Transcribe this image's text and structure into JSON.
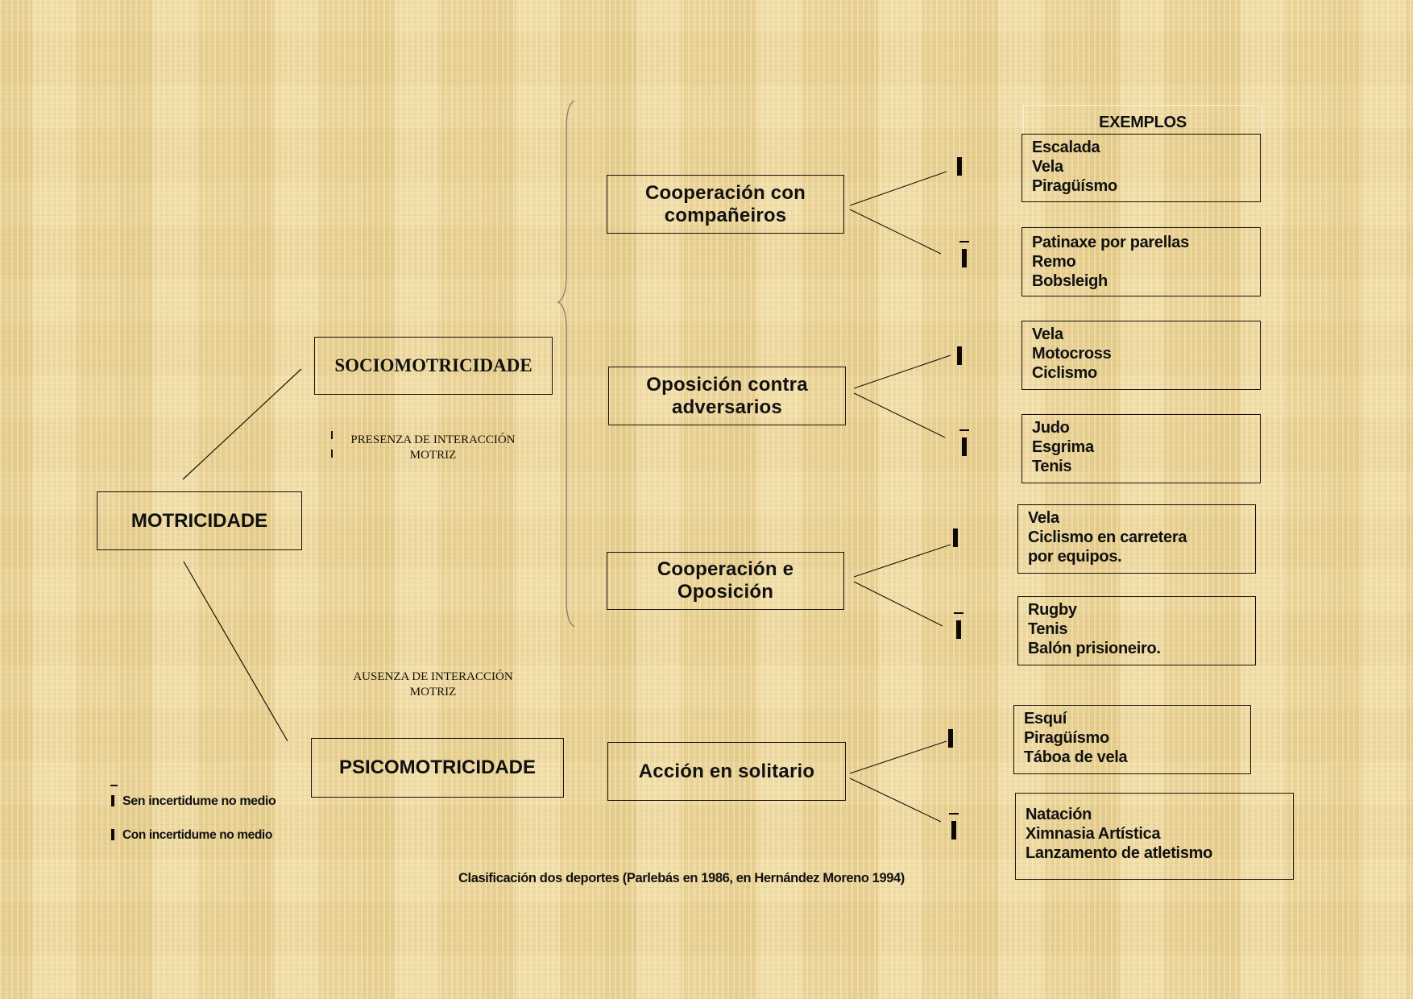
{
  "root": {
    "label": "MOTRICIDADE"
  },
  "branches": {
    "socio": {
      "label": "SOCIOMOTRICIDADE",
      "note_line1": "PRESENZA DE INTERACCIÓN",
      "note_line2": "MOTRIZ"
    },
    "psico": {
      "label": "PSICOMOTRICIDADE",
      "note_line1": "AUSENZA  DE INTERACCIÓN",
      "note_line2": "MOTRIZ"
    }
  },
  "categories": [
    {
      "line1": "Cooperación con",
      "line2": "compañeiros"
    },
    {
      "line1": "Oposición contra",
      "line2": "adversarios"
    },
    {
      "line1": "Cooperación e",
      "line2": "Oposición"
    },
    {
      "line1": "Acción en solitario",
      "line2": ""
    }
  ],
  "examples": {
    "header": "EXEMPLOS",
    "groups": [
      {
        "symbol": "I",
        "items": [
          "Escalada",
          "Vela",
          "Piragüísmo"
        ]
      },
      {
        "symbol": "Ī",
        "items": [
          "Patinaxe por parellas",
          "Remo",
          "Bobsleigh"
        ]
      },
      {
        "symbol": "I",
        "items": [
          "Vela",
          "Motocross",
          "Ciclismo"
        ]
      },
      {
        "symbol": "Ī",
        "items": [
          "Judo",
          "Esgrima",
          "Tenis"
        ]
      },
      {
        "symbol": "I",
        "items": [
          "Vela",
          "Ciclismo en carretera",
          "por equipos."
        ]
      },
      {
        "symbol": "Ī",
        "items": [
          "Rugby",
          "Tenis",
          "Balón prisioneiro."
        ]
      },
      {
        "symbol": "I",
        "items": [
          "Esquí",
          "Piragüísmo",
          "Táboa de vela"
        ]
      },
      {
        "symbol": "Ī",
        "items": [
          "Natación",
          "Ximnasia Artística",
          "Lanzamento de atletismo"
        ]
      }
    ]
  },
  "legend": {
    "items": [
      {
        "symbol": "Ī",
        "label": "Sen incertidume no medio"
      },
      {
        "symbol": "I",
        "label": "Con incertidume no medio"
      }
    ]
  },
  "caption": "Clasificación dos deportes (Parlebás en 1986, en Hernández Moreno 1994)",
  "colors": {
    "background": "#ecd79f",
    "ink": "#111111",
    "brace": "#8a8070"
  }
}
